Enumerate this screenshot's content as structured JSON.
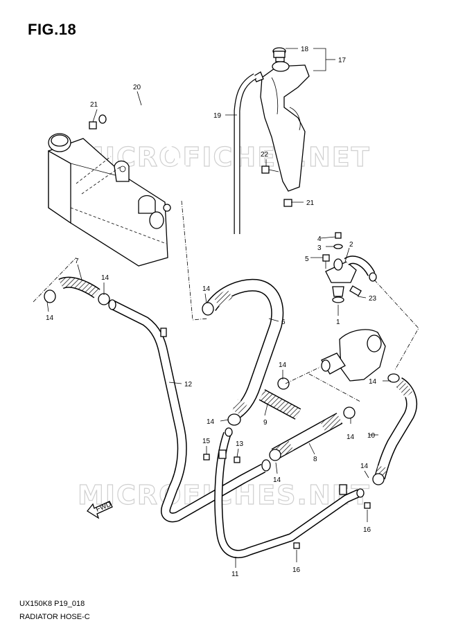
{
  "figure": {
    "title": "FIG.18"
  },
  "footer": {
    "code": "UX150K8 P19_018",
    "name": "RADIATOR HOSE-C"
  },
  "watermark": {
    "text": "MICROFICHES.NET"
  },
  "arrow": {
    "text": "FWD"
  },
  "callouts": {
    "c1": "1",
    "c2": "2",
    "c3": "3",
    "c4": "4",
    "c5": "5",
    "c6": "6",
    "c7": "7",
    "c8": "8",
    "c9": "9",
    "c10": "10",
    "c11": "11",
    "c12": "12",
    "c13": "13",
    "c14a": "14",
    "c14b": "14",
    "c14c": "14",
    "c14d": "14",
    "c14e": "14",
    "c14f": "14",
    "c14g": "14",
    "c14h": "14",
    "c14i": "14",
    "c15": "15",
    "c16a": "16",
    "c16b": "16",
    "c17": "17",
    "c18": "18",
    "c19": "19",
    "c20": "20",
    "c21a": "21",
    "c21b": "21",
    "c22": "22",
    "c23": "23"
  },
  "colors": {
    "line": "#000000",
    "background": "#ffffff",
    "watermark": "#cfcfcf"
  }
}
